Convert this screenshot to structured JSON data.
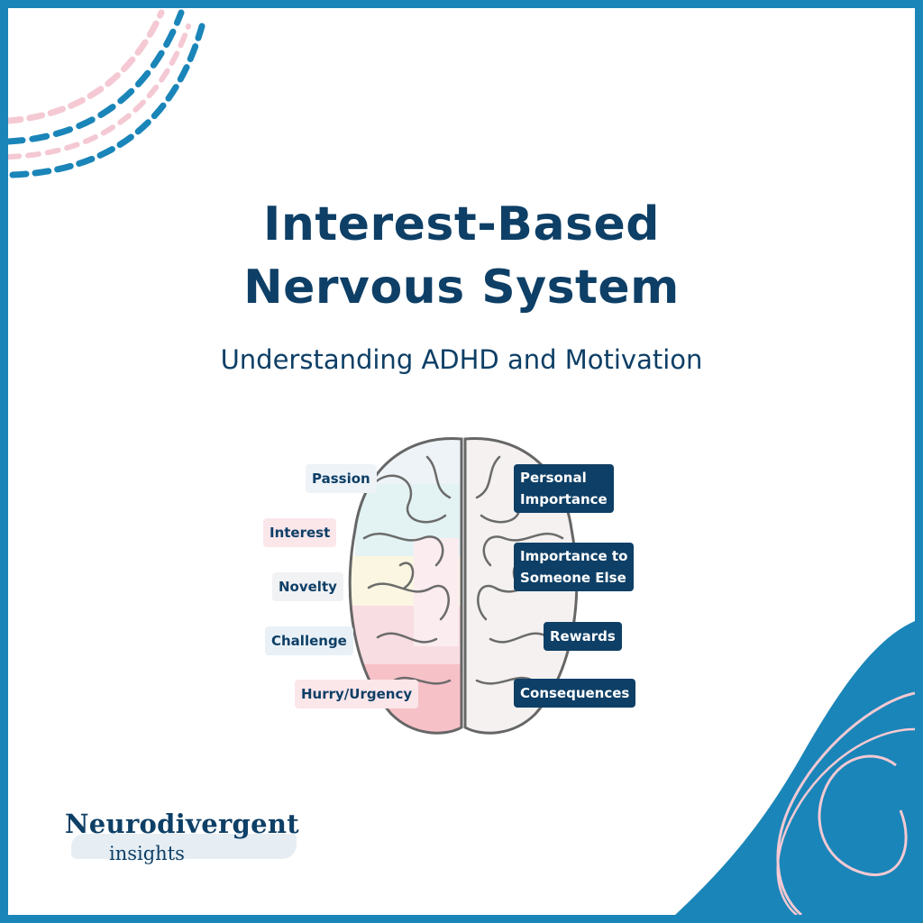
{
  "heading": {
    "line1": "Interest-Based",
    "line2": "Nervous System",
    "subtitle": "Understanding ADHD and Motivation"
  },
  "left_motivators": [
    {
      "label": "Passion",
      "bg": "#eef3f8"
    },
    {
      "label": "Interest",
      "bg": "#fbe6ea"
    },
    {
      "label": "Novelty",
      "bg": "#f1f2f4"
    },
    {
      "label": "Challenge",
      "bg": "#e9f1f7"
    },
    {
      "label": "Hurry/Urgency",
      "bg": "#fbe6ea"
    }
  ],
  "right_motivators": [
    {
      "label": "Personal\nImportance"
    },
    {
      "label": "Importance to\nSomeone Else"
    },
    {
      "label": "Rewards"
    },
    {
      "label": "Consequences"
    }
  ],
  "brand": {
    "name": "Neurodivergent",
    "sub": "insights"
  },
  "colors": {
    "navy": "#0e3f66",
    "blue": "#1a85b8",
    "pink": "#f4c9d3"
  }
}
